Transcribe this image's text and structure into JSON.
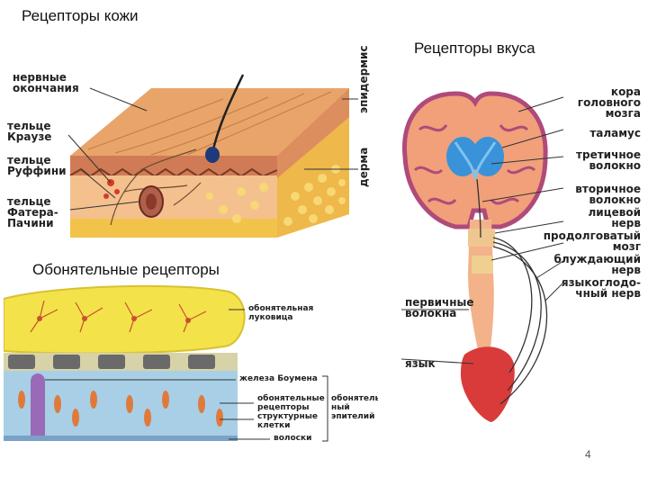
{
  "slide": {
    "page_number": "4",
    "background": "#ffffff"
  },
  "skin": {
    "title": "Рецепторы кожи",
    "labels": {
      "nerve_endings": "нервные\nокончания",
      "krause": "тельце\nКраузе",
      "ruffini": "тельце\nРуффини",
      "pacini": "тельце\nФатера-\nПачини",
      "epidermis": "эпидермис",
      "dermis": "дерма"
    }
  },
  "taste": {
    "title": "Рецепторы вкуса",
    "labels": {
      "cortex": "кора\nголовного\nмозга",
      "thalamus": "таламус",
      "tertiary": "третичное\nволокно",
      "secondary": "вторичное\nволокно",
      "facial": "лицевой\nнерв",
      "medulla": "продолговатый\nмозг",
      "vagus": "блуждающий\nнерв",
      "glossopharyngeal": "языкоглодо-\nчный нерв",
      "primary": "первичные\nволокна",
      "tongue": "язык"
    }
  },
  "olfactory": {
    "title": "Обонятельные рецепторы",
    "labels": {
      "bulb": "обонятельная\nлуковица",
      "bowman": "железа Боумена",
      "receptors": "обонятельные\nрецепторы",
      "structural": "структурные\nклетки",
      "hairs": "волоски",
      "epithelium": "обонятель-\nный\nэпителий"
    }
  }
}
